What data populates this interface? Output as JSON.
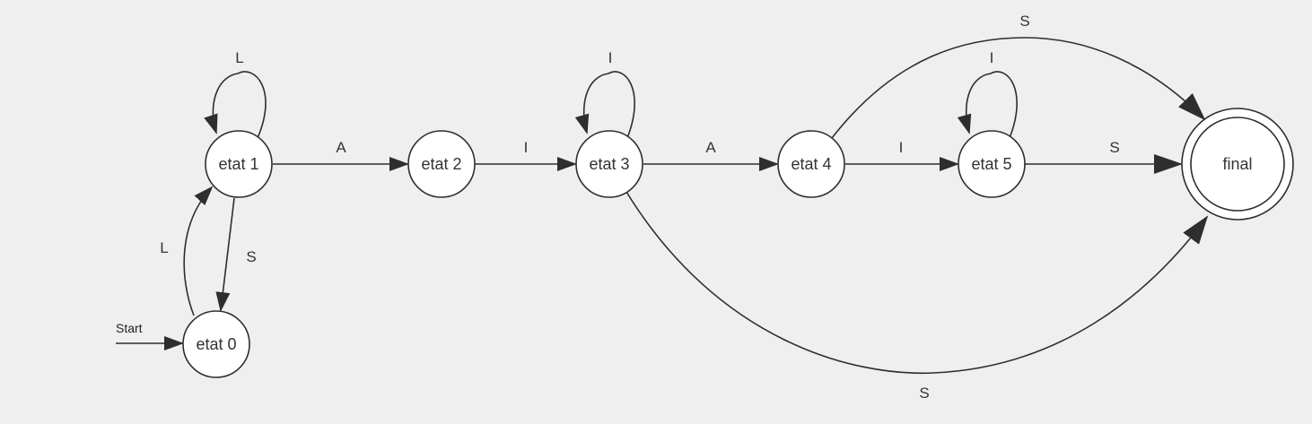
{
  "colors": {
    "background": "#efefef",
    "stroke": "#2e2e2e",
    "node_fill": "#ffffff",
    "text": "#333333"
  },
  "start_label": "Start",
  "nodes": {
    "etat0": {
      "label": "etat 0"
    },
    "etat1": {
      "label": "etat 1"
    },
    "etat2": {
      "label": "etat 2"
    },
    "etat3": {
      "label": "etat 3"
    },
    "etat4": {
      "label": "etat 4"
    },
    "etat5": {
      "label": "etat 5"
    },
    "final": {
      "label": "final",
      "accepting": true
    }
  },
  "edges": {
    "e0_1": {
      "from": "etat 0",
      "to": "etat 1",
      "label": "L"
    },
    "e1_1": {
      "from": "etat 1",
      "to": "etat 1",
      "label": "L"
    },
    "e1_0": {
      "from": "etat 1",
      "to": "etat 0",
      "label": "S"
    },
    "e1_2": {
      "from": "etat 1",
      "to": "etat 2",
      "label": "A"
    },
    "e2_3": {
      "from": "etat 2",
      "to": "etat 3",
      "label": "I"
    },
    "e3_3": {
      "from": "etat 3",
      "to": "etat 3",
      "label": "I"
    },
    "e3_4": {
      "from": "etat 3",
      "to": "etat 4",
      "label": "A"
    },
    "e3_f": {
      "from": "etat 3",
      "to": "final",
      "label": "S"
    },
    "e4_5": {
      "from": "etat 4",
      "to": "etat 5",
      "label": "I"
    },
    "e4_f": {
      "from": "etat 4",
      "to": "final",
      "label": "S"
    },
    "e5_5": {
      "from": "etat 5",
      "to": "etat 5",
      "label": "I"
    },
    "e5_f": {
      "from": "etat 5",
      "to": "final",
      "label": "S"
    }
  }
}
